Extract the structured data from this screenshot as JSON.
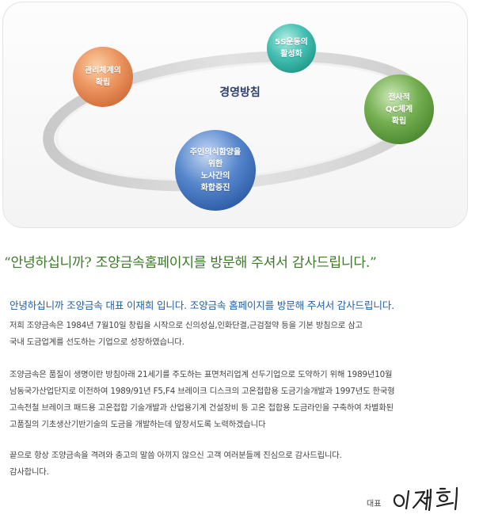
{
  "diagram": {
    "center_title": "경영방침",
    "nodes": [
      {
        "id": "management",
        "label": "관리체계의\n확립",
        "color": "#e88c55"
      },
      {
        "id": "5s",
        "label": "5S운동의\n활성화",
        "color": "#3fbcae"
      },
      {
        "id": "qc",
        "label": "전사적\nQC체계\n확립",
        "color": "#6ca84a"
      },
      {
        "id": "harmony",
        "label": "주인의식함양을\n위한\n노사간의\n화합증진",
        "color": "#4f7fc9"
      }
    ]
  },
  "greeting": "“안녕하십니까?  조양금속홈페이지를 방문해 주셔서 감사드립니다.”",
  "intro": "안녕하십니까 조양금속 대표 이재희 입니다. 조양금속 홈페이지를 방문해 주셔서 감사드립니다.",
  "paragraphs": [
    [
      "저희 조양금속은 1984년 7월10일 창립을 시작으로 신의성실,인화단결,근검절약 등을 기본 방침으로 삼고",
      "국내 도금업계를 선도하는 기업으로 성장하였습니다."
    ],
    [
      "조양금속은 품질이 생명이란 방침아래 21세기를 주도하는 표면처리업계 선두기업으로 도약하기 위해 1989년10월",
      "남동국가산업단지로 이전하여 1989/91년 F5,F4 브레이크 디스크의 고온접합용 도금기술개발과 1997년도 한국형",
      "고속전철 브레이크 패드용 고온접합 기술개발과 산업용기계 건설장비 등 고온 접합용 도금라인을 구축하여 차별화된",
      "고품질의 기초생산기반기술의 도금을 개발하는데 앞장서도록 노력하겠습니다"
    ],
    [
      "끝으로 항상 조양금속을 격려와 충고의 말씀 아끼지 않으신 고객 여러분들께 진심으로 감사드립니다.",
      "감사합니다."
    ]
  ],
  "signature": {
    "title": "대표"
  }
}
